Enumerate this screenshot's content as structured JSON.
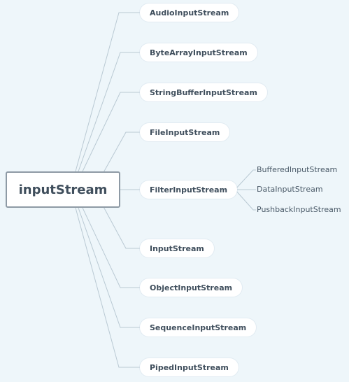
{
  "root": {
    "label": "inputStream"
  },
  "children": [
    "AudioInputStream",
    "ByteArrayInputStream",
    "StringBufferInputStream",
    "FileInputStream",
    "FilterInputStream",
    "InputStream",
    "ObjectInputStream",
    "SequenceInputStream",
    "PipedInputStream"
  ],
  "filter_children": [
    "BufferedInputStream",
    "DataInputStream",
    "PushbackInputStream"
  ],
  "colors": {
    "background": "#eef6fa",
    "line": "#b9c9d3",
    "text": "#3f4e5c"
  }
}
